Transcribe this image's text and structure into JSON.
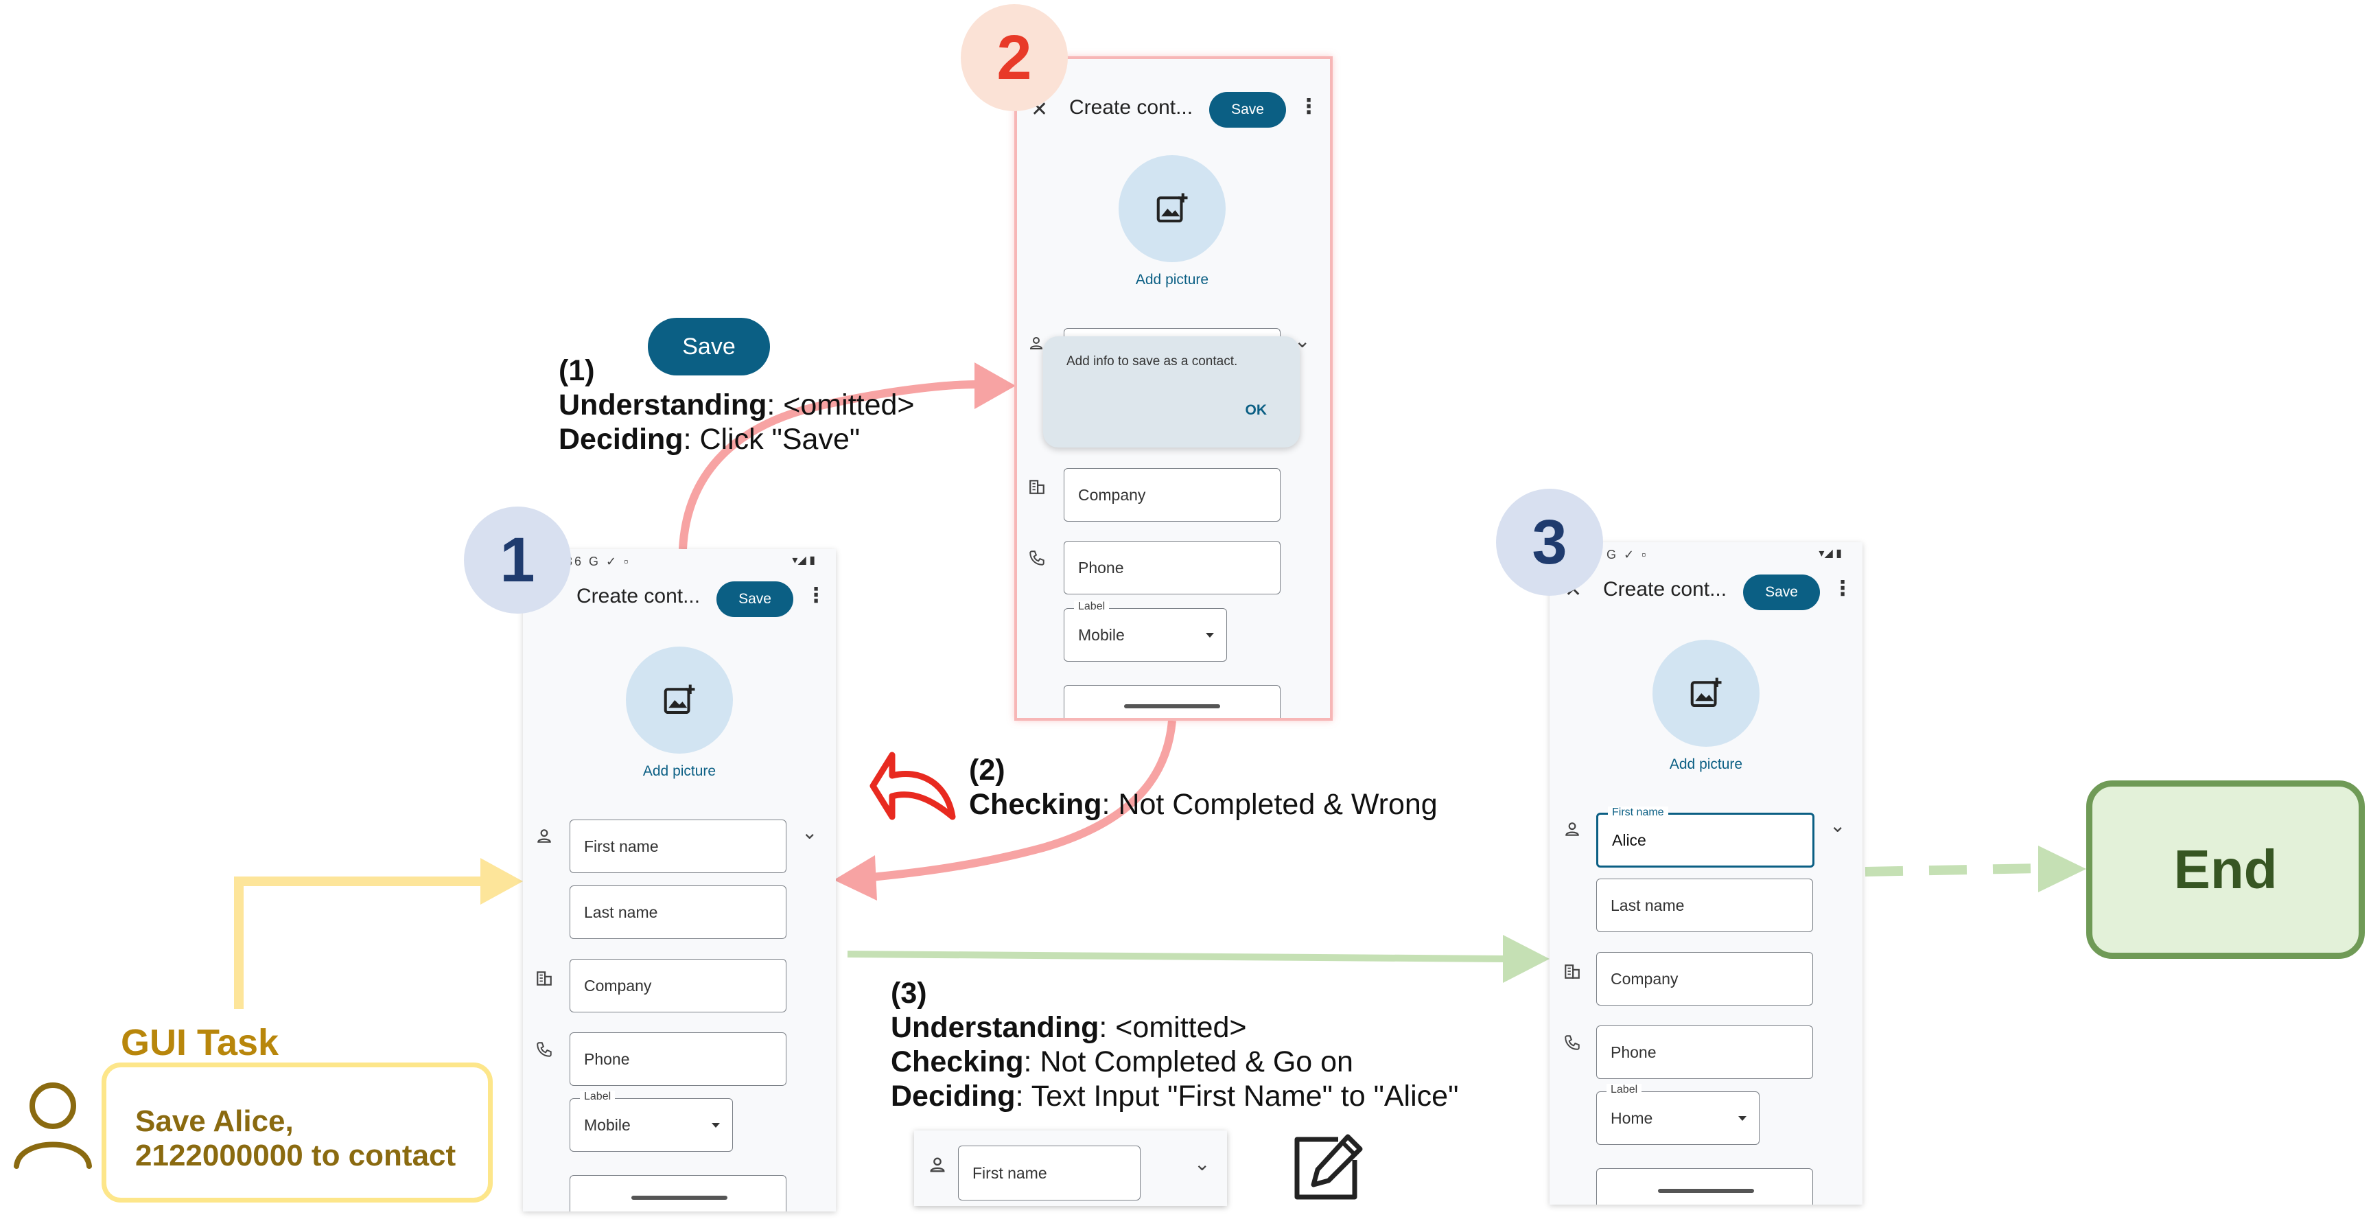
{
  "colors": {
    "save_blue": "#0b5f84",
    "badge_blue_bg": "#d8e0f0",
    "badge_blue_fg": "#1f3b6e",
    "badge_red_bg": "#fbe2d6",
    "badge_red_fg": "#e83a28",
    "yellow_arrow": "#fde59a",
    "red_arrow": "#f7a3a3",
    "green_arrow": "#c5e0b4",
    "gold_text": "#b8860b",
    "task_border": "#fde68a",
    "end_bg": "#e3f1d9",
    "end_border": "#6f9a56",
    "end_text": "#375623"
  },
  "badges": [
    "1",
    "2",
    "3"
  ],
  "save_callout": {
    "label": "Save"
  },
  "step1": {
    "number": "(1)",
    "understanding_key": "Understanding",
    "understanding_val": ": <omitted>",
    "deciding_key": "Deciding",
    "deciding_val": ": Click \"Save\""
  },
  "step2": {
    "number": "(2)",
    "checking_key": "Checking",
    "checking_val": ": Not Completed & Wrong"
  },
  "step3": {
    "number": "(3)",
    "understanding_key": "Understanding",
    "understanding_val": ": <omitted>",
    "checking_key": "Checking",
    "checking_val": ": Not Completed & Go on",
    "deciding_key": "Deciding",
    "deciding_val": ": Text Input \"First Name\" to \"Alice\""
  },
  "gui_task": {
    "title": "GUI Task",
    "line1": "Save Alice,",
    "line2": "2122000000 to contact"
  },
  "end_label": "End",
  "phone1": {
    "status_left": "36 G ✓ ▫",
    "status_right": "▾◢ ▮",
    "title": "Create cont...",
    "save": "Save",
    "add_picture": "Add picture",
    "first_name": "First name",
    "last_name": "Last name",
    "company": "Company",
    "phone": "Phone",
    "label_caption": "Label",
    "label_value": "Mobile"
  },
  "phone2": {
    "title": "Create cont...",
    "save": "Save",
    "add_picture": "Add picture",
    "dialog_text": "Add info to save as a contact.",
    "dialog_ok": "OK",
    "company": "Company",
    "phone": "Phone",
    "label_caption": "Label",
    "label_value": "Mobile"
  },
  "phone3": {
    "status_left": "7 G ✓ ▫",
    "status_right": "▾◢ ▮",
    "title": "Create cont...",
    "save": "Save",
    "add_picture": "Add picture",
    "first_name_caption": "First name",
    "first_name_value": "Alice",
    "last_name": "Last name",
    "company": "Company",
    "phone": "Phone",
    "label_caption": "Label",
    "label_value": "Home"
  },
  "snippet": {
    "first_name": "First name"
  },
  "icons": {
    "person": "person-icon",
    "building": "building-icon",
    "phone": "phone-icon",
    "close": "close-icon",
    "kebab": "more-vert-icon",
    "add_photo": "add-photo-icon",
    "chevron": "chevron-down-icon",
    "edit": "edit-icon",
    "undo": "undo-arrow-icon",
    "user": "user-outline-icon"
  }
}
